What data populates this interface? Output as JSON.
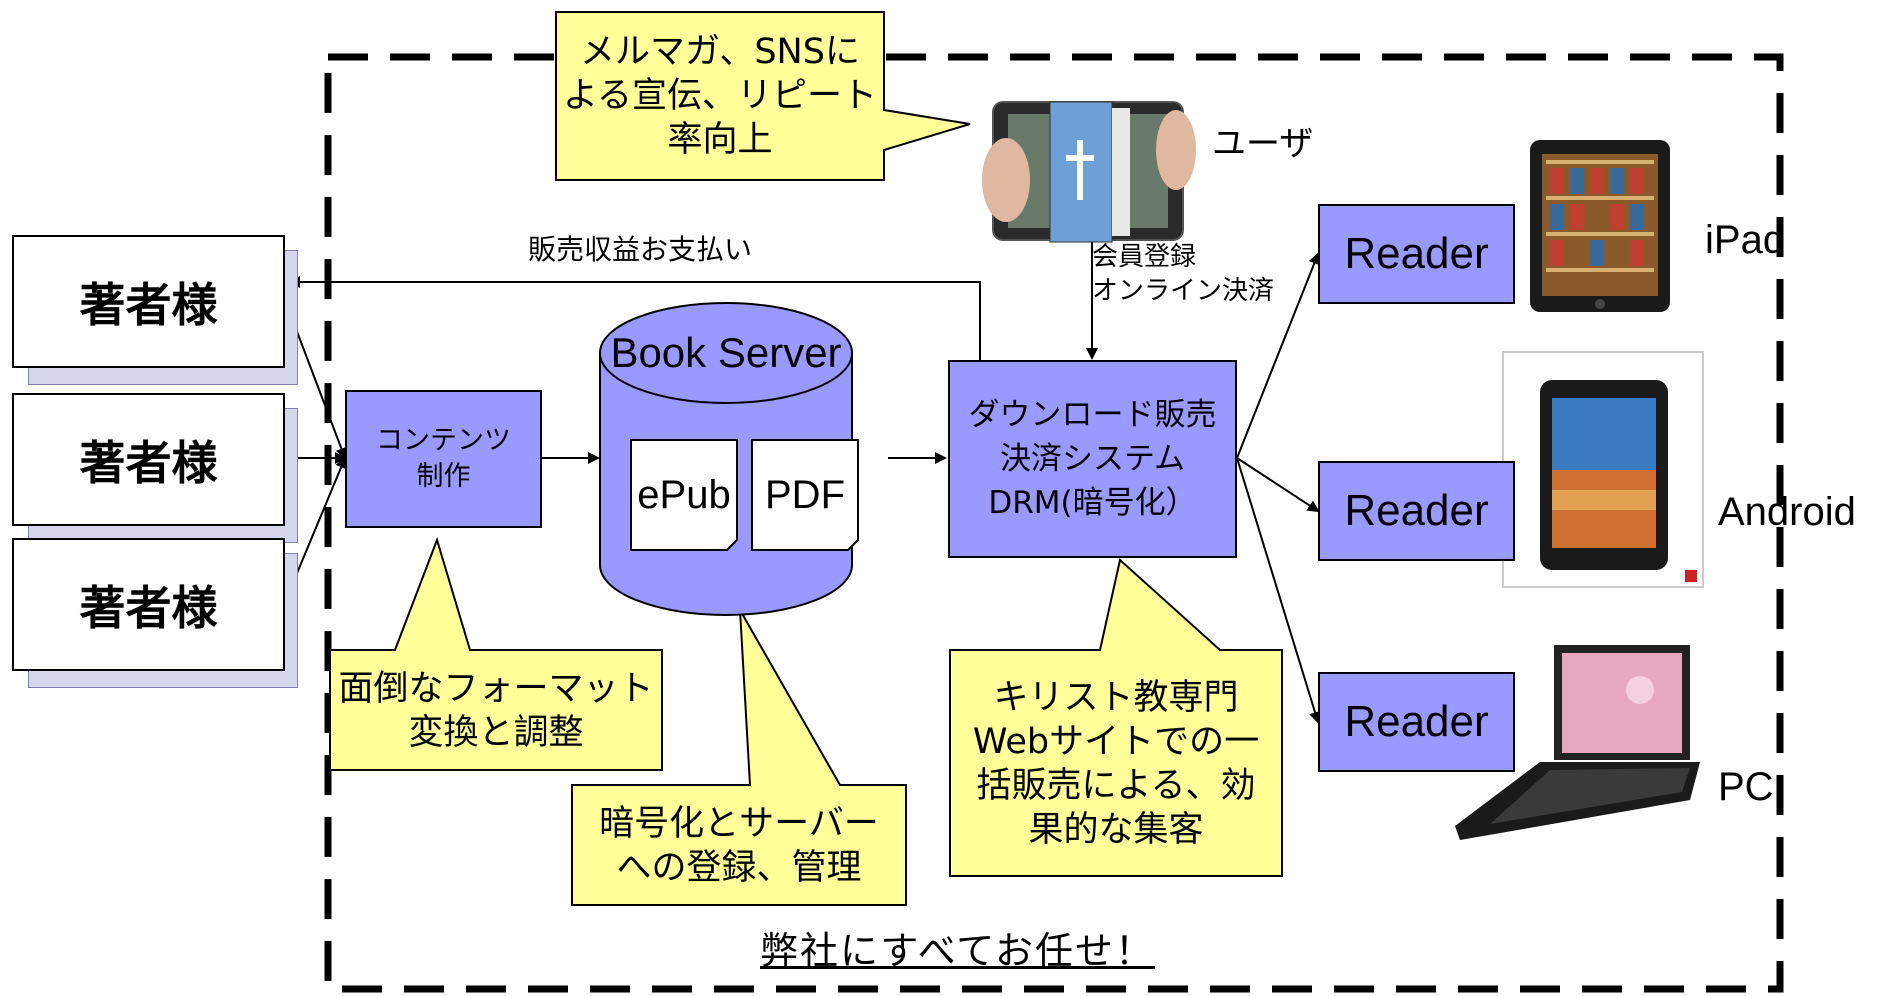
{
  "callouts": {
    "marketing": "メルマガ、SNSに\nよる宣伝、リピート\n率向上",
    "format": "面倒なフォーマット\n変換と調整",
    "encrypt": "暗号化とサーバー\nへの登録、管理",
    "christian": "キリスト教専門\nWebサイトでの一\n括販売による、効\n果的な集客"
  },
  "authors": [
    "著者様",
    "著者様",
    "著者様"
  ],
  "content_box": "コンテン\nツ\n制作",
  "content_label": "コンテンツ\n制作",
  "server": {
    "title": "Book Server",
    "docs": [
      "ePub",
      "PDF"
    ]
  },
  "sales_box": "ダウンロード販売\n決済システム\nDRM(暗号化）",
  "user_label": "ユーザ",
  "payout_label": "販売収益お支払い",
  "member_label": "会員登録\nオンライン決済",
  "readers": [
    "Reader",
    "Reader",
    "Reader"
  ],
  "devices": [
    "iPad",
    "Android",
    "PC"
  ],
  "footer": "弊社にすべてお任せ！",
  "colors": {
    "callout_fill": "#ffff99",
    "box_fill": "#9999ff",
    "author_back": "#d6d6ee"
  }
}
